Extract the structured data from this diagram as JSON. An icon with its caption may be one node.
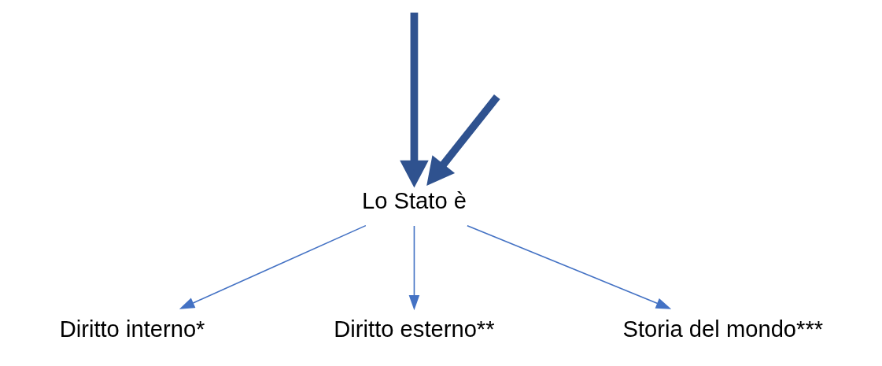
{
  "diagram": {
    "nodes": [
      {
        "text": [
          "Lo Stato è"
        ]
      },
      {
        "text": [
          "Diritto interno*"
        ]
      },
      {
        "text": [
          "Diritto esterno**"
        ]
      },
      {
        "text": [
          "Storia del mondo***"
        ]
      }
    ],
    "edges": [
      {
        "from": null,
        "to": 0,
        "arrow": "to",
        "style": "thick",
        "color": "#2f528f"
      },
      {
        "from": null,
        "to": 0,
        "arrow": "to",
        "style": "thick",
        "color": "#2f528f"
      },
      {
        "from": 0,
        "to": 1,
        "arrow": "to"
      },
      {
        "from": 0,
        "to": 2,
        "arrow": "to"
      },
      {
        "from": 0,
        "to": 3,
        "arrow": "to"
      }
    ]
  }
}
